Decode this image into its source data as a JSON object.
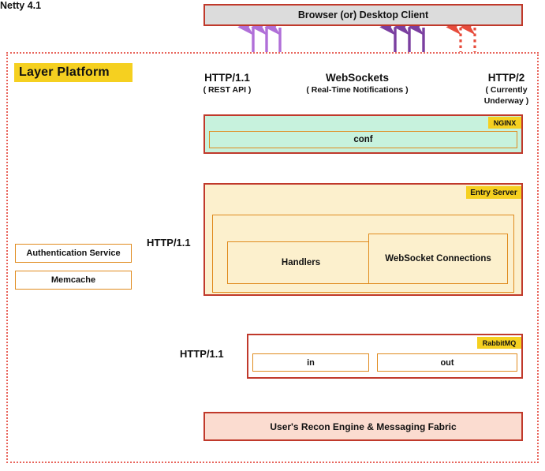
{
  "diagram": {
    "title": "Layer Platform",
    "client_bar": {
      "label": "Browser (or) Desktop Client"
    },
    "protocol_labels": [
      {
        "name": "http11-rest",
        "title": "HTTP/1.1",
        "subtitle": "( REST API )"
      },
      {
        "name": "websockets",
        "title": "WebSockets",
        "subtitle": "( Real-Time Notifications )"
      },
      {
        "name": "http2",
        "title": "HTTP/2",
        "subtitle": "( Currently",
        "subtitle2": "Underway )"
      }
    ],
    "nginx": {
      "tag": "NGINX",
      "conf_label": "conf"
    },
    "entry_server": {
      "tag": "Entry Server",
      "netty_title": "Netty 4.1",
      "handlers_label": "Handlers",
      "websocket_connections_label": "WebSocket Connections"
    },
    "services": [
      {
        "name": "authentication-service",
        "label": "Authentication Service"
      },
      {
        "name": "memcache",
        "label": "Memcache"
      }
    ],
    "service_link_label": "HTTP/1.1",
    "queue_link_label": "HTTP/1.1",
    "rabbitmq": {
      "tag": "RabbitMQ",
      "in_label": "in",
      "out_label": "out"
    },
    "backend": {
      "label": "User's Recon Engine & Messaging Fabric"
    },
    "colors": {
      "frame_red": "#c0392b",
      "platform_dotted_red": "#e8655c",
      "yellow_tag": "#f5d020",
      "nginx_green": "#c7f2dd",
      "entry_cream": "#fcf0cd",
      "orange_border": "#e08b1e",
      "recon_pink": "#fbdcd0",
      "client_grey": "#dcdcdc",
      "arrow_purple": "#7b3fa0",
      "arrow_light_purple": "#b06fd8",
      "arrow_red": "#e74c3c"
    }
  }
}
